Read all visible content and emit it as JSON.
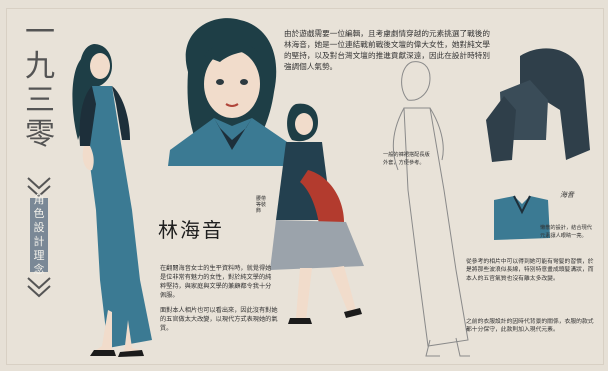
{
  "page": {
    "vertical_title": [
      "一",
      "九",
      "三",
      "零"
    ],
    "side_tag": [
      "角",
      "色",
      "設",
      "計",
      "理",
      "念"
    ],
    "intro": "由於遊戲需要一位編輯，且考慮劇情穿越的元素挑選了戰後的林海音，她是一位連結戰前戰後文壇的偉大女性，她對純文學的堅持，以及對台灣文壇的推進貢獻深遠，因此在設計時特別強調個人氣勢。",
    "name": "林海音",
    "bio1": "在翻閱海音女士的生平資料時，就覺得她是位非常有魅力的女性，對於純文學的純粹堅持，與家庭與文學的兼顧都令我十分佩服。",
    "bio2": "面對本人相片也可以看出來，因此沒有對她的五官做太大改變，以現代方式表現她的氣質。",
    "note_skirt": "一般的褲裙搭配長版外套，方便參考。",
    "note_belt": "腰帶等裝飾",
    "note_top": "懶散的設計，結合現代元素讓人眼睛一亮。",
    "note1": "從參考的相片中可以得到她可能有彎髮的習慣，於是將那些波浪似長線，特別特意畫成頭髮溝狀，而本人的五官氣質也沒有離太多改變。",
    "note2": "之前的衣服設計的因時代背景的關係，衣服的款式都十分保守，此款則加入現代元素。",
    "signature": "海音"
  },
  "colors": {
    "background": "#e6e0d6",
    "qipao": "#3b7a93",
    "hair": "#1e3e46",
    "skin": "#f1dccb",
    "jacket": "#23404f",
    "red": "#b33b2e",
    "skirt": "#9ba3ab",
    "tag": "#7a8896"
  }
}
